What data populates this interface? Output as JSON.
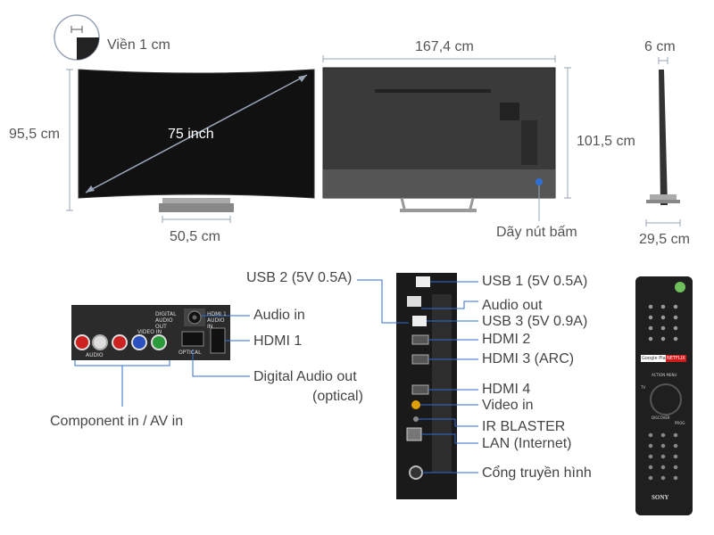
{
  "dimensions": {
    "bezel": "Viền 1 cm",
    "width": "167,4 cm",
    "height_with_stand": "95,5 cm",
    "height_panel": "101,5 cm",
    "depth_panel": "6 cm",
    "depth_stand": "29,5 cm",
    "stand_width": "50,5 cm",
    "screen_size": "75 inch",
    "button_strip": "Dãy nút bấm"
  },
  "side_panel_ports": {
    "audio_in": "Audio in",
    "hdmi1": "HDMI 1",
    "digital_audio_out": "Digital Audio out",
    "optical": "(optical)",
    "component_av": "Component in / AV in",
    "panel_text": {
      "digital_audio_out": "DIGITAL AUDIO OUT",
      "hdmi1_audio_in": "HDMI 1 AUDIO IN",
      "video_in": "VIDEO IN",
      "audio": "AUDIO",
      "optical": "OPTICAL"
    }
  },
  "rear_ports": {
    "usb2": "USB 2 (5V 0.5A)",
    "usb1": "USB 1 (5V 0.5A)",
    "audio_out": "Audio out",
    "usb3": "USB 3 (5V 0.9A)",
    "hdmi2": "HDMI 2",
    "hdmi3": "HDMI 3 (ARC)",
    "hdmi4": "HDMI 4",
    "video_in": "Video in",
    "ir_blaster": "IR BLASTER",
    "lan": "LAN (Internet)",
    "antenna": "Cổng truyền hình"
  },
  "remote": {
    "brand": "SONY",
    "google_play": "Google Play",
    "netflix": "NETFLIX",
    "action_menu": "ACTION MENU",
    "discover": "DISCOVER",
    "prog": "PROG",
    "tv": "TV"
  },
  "colors": {
    "line": "#9aa6b8",
    "blue_marker": "#2f6fd6",
    "netflix_red": "#d11a1a",
    "green_button": "#6fbf5a"
  }
}
